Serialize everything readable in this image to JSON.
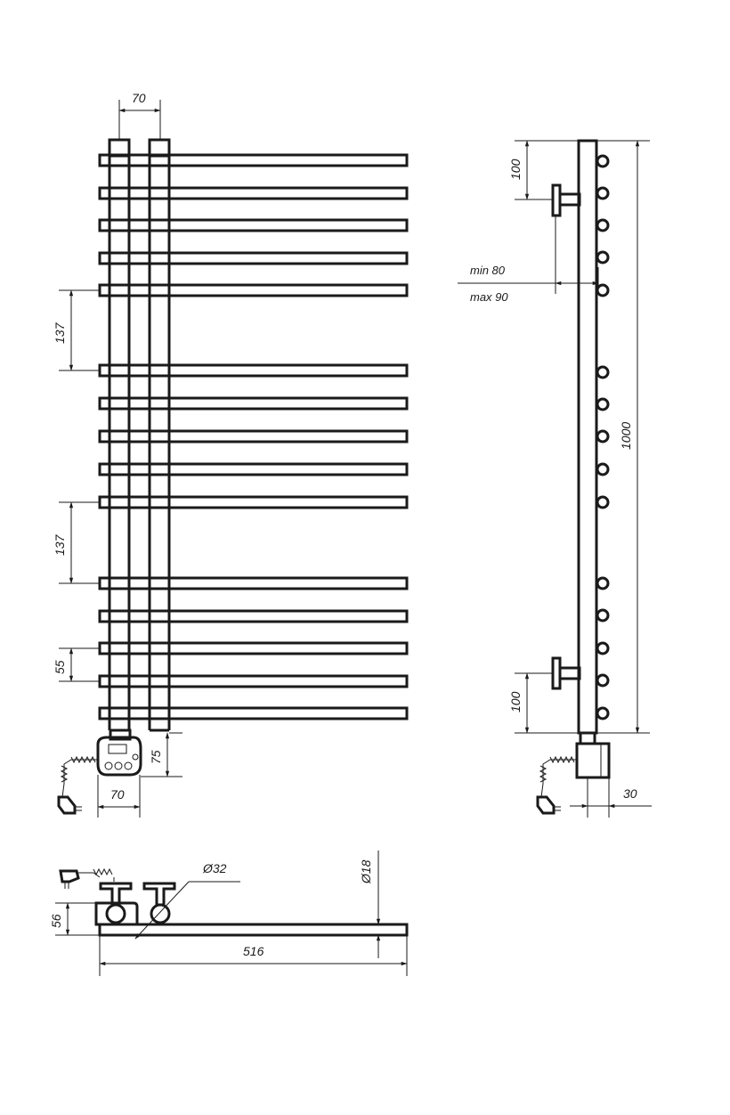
{
  "dimensions": {
    "top_pipe_spacing": "70",
    "gap_upper": "137",
    "gap_lower": "137",
    "bar_pitch": "55",
    "heater_offset": "75",
    "heater_width": "70",
    "wall_top": "100",
    "mount_min": "min 80",
    "mount_max": "max 90",
    "total_height": "1000",
    "wall_bottom": "100",
    "heater_depth": "30",
    "pipe_diameter": "Ø32",
    "bar_diameter": "Ø18",
    "base_height": "56",
    "total_width": "516"
  },
  "colors": {
    "line": "#1a1a1a",
    "background": "#ffffff"
  }
}
